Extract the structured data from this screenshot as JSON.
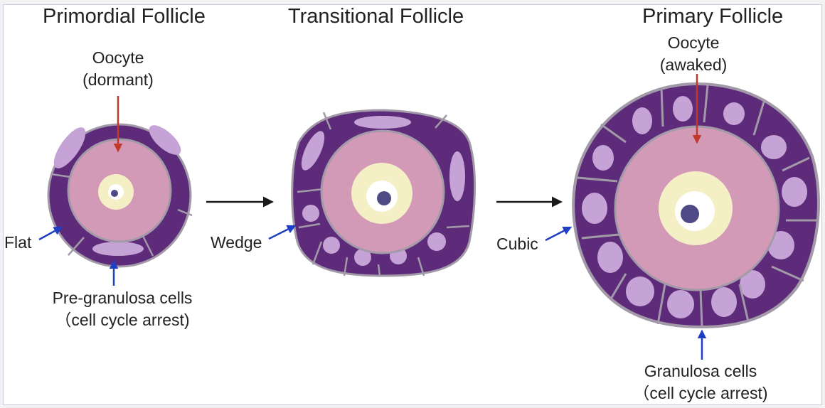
{
  "titles": {
    "primordial": "Primordial Follicle",
    "transitional": "Transitional Follicle",
    "primary": "Primary Follicle"
  },
  "labels": {
    "oocyte_dormant_1": "Oocyte",
    "oocyte_dormant_2": "(dormant)",
    "oocyte_awaked_1": "Oocyte",
    "oocyte_awaked_2": "(awaked)",
    "flat": "Flat",
    "wedge": "Wedge",
    "cubic": "Cubic",
    "pregranulosa_1": "Pre-granulosa cells",
    "pregranulosa_2": "（cell cycle arrest)",
    "granulosa_1": "Granulosa cells",
    "granulosa_2": "（cell cycle arrest)"
  },
  "colors": {
    "granulosa_layer": "#5e2b7a",
    "cell_nucleus": "#c6a3d6",
    "cytoplasm": "#d39ab8",
    "zona": "#f4efc4",
    "nucleus": "#ffffff",
    "nucleolus": "#4f4a86",
    "arrow_red": "#c0392b",
    "arrow_blue": "#1f3fc4",
    "arrow_black": "#1a1a1a"
  }
}
